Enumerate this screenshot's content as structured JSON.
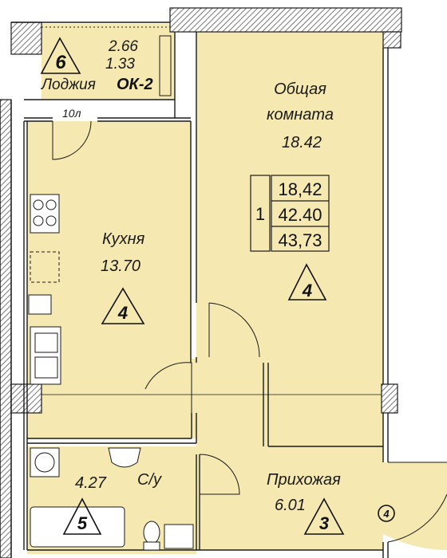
{
  "plan": {
    "loggia": {
      "label": "Лоджия",
      "area_a": "2.66",
      "area_b": "1.33",
      "code": "ОК-2",
      "mark": "6",
      "door_code": "10л"
    },
    "living_room": {
      "label_line1": "Общая",
      "label_line2": "комната",
      "area": "18.42",
      "mark": "4"
    },
    "kitchen": {
      "label": "Кухня",
      "area": "13.70",
      "mark": "4"
    },
    "bathroom": {
      "label": "С/у",
      "area": "4.27",
      "mark": "5"
    },
    "hallway": {
      "label": "Прихожая",
      "area": "6.01",
      "mark": "3"
    },
    "entrance_mark": "4",
    "summary": {
      "rooms": "1",
      "living_area": "18,42",
      "total_area": "42.40",
      "total_with_loggia": "43,73"
    },
    "colors": {
      "floor": "#f5e9b1",
      "wall": "#ffffff",
      "line": "#1a1a1a",
      "hatch": "#555555"
    }
  }
}
